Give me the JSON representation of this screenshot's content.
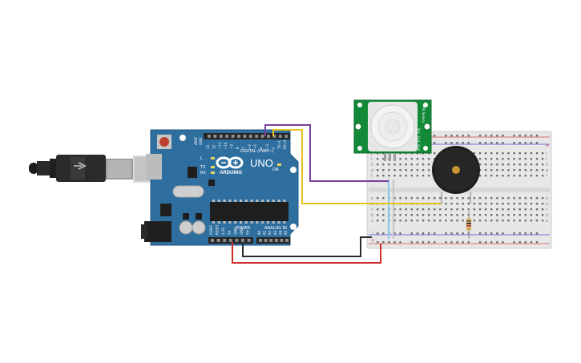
{
  "board": {
    "brand": "ARDUINO",
    "model": "UNO",
    "digital_label": "DIGITAL (PWM~)",
    "power_label": "POWER",
    "analog_label": "ANALOG IN",
    "tx_label": "TX",
    "rx_label": "RX",
    "l_label": "L",
    "on_label": "ON",
    "aref_label": "AREF",
    "gnd_label": "GND",
    "digital_pins": [
      "13",
      "12",
      "~11",
      "~10",
      "~9",
      "8",
      "7",
      "~6",
      "~5",
      "4",
      "~3",
      "2",
      "TX→1",
      "RX←0"
    ],
    "power_pins": [
      "IOREF",
      "RESET",
      "3.3V",
      "5V",
      "GND",
      "GND",
      "Vin"
    ],
    "analog_pins": [
      "A0",
      "A1",
      "A2",
      "A3",
      "A4",
      "A5"
    ]
  },
  "pir_sensor": {
    "side_labels": [
      "PIR Sensor",
      "Vcc",
      "Out",
      "Gnd"
    ]
  },
  "breadboard": {
    "row_letters_top": [
      "j",
      "i",
      "h",
      "g",
      "f"
    ],
    "row_letters_bottom": [
      "e",
      "d",
      "c",
      "b",
      "a"
    ],
    "plus": "+",
    "minus": "-"
  },
  "wire_colors": {
    "signal_pir": "#7b3f9e",
    "signal_buzzer": "#e8c21f",
    "power_5v": "#d12a2a",
    "ground": "#2b2b2b",
    "bb_jumper_a": "#8fc7e8",
    "bb_jumper_b": "#c6c6c6"
  },
  "colors": {
    "board": "#2f6fa0",
    "breadboard": "#e7e7e7",
    "pir_pcb": "#138a38",
    "buzzer": "#1e1e1e"
  }
}
